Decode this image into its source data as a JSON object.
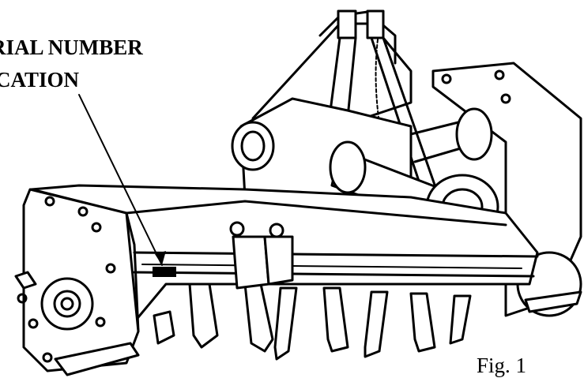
{
  "callout": {
    "line1": "ERIAL NUMBER",
    "line2": "OCATION"
  },
  "caption": "Fig. 1"
}
